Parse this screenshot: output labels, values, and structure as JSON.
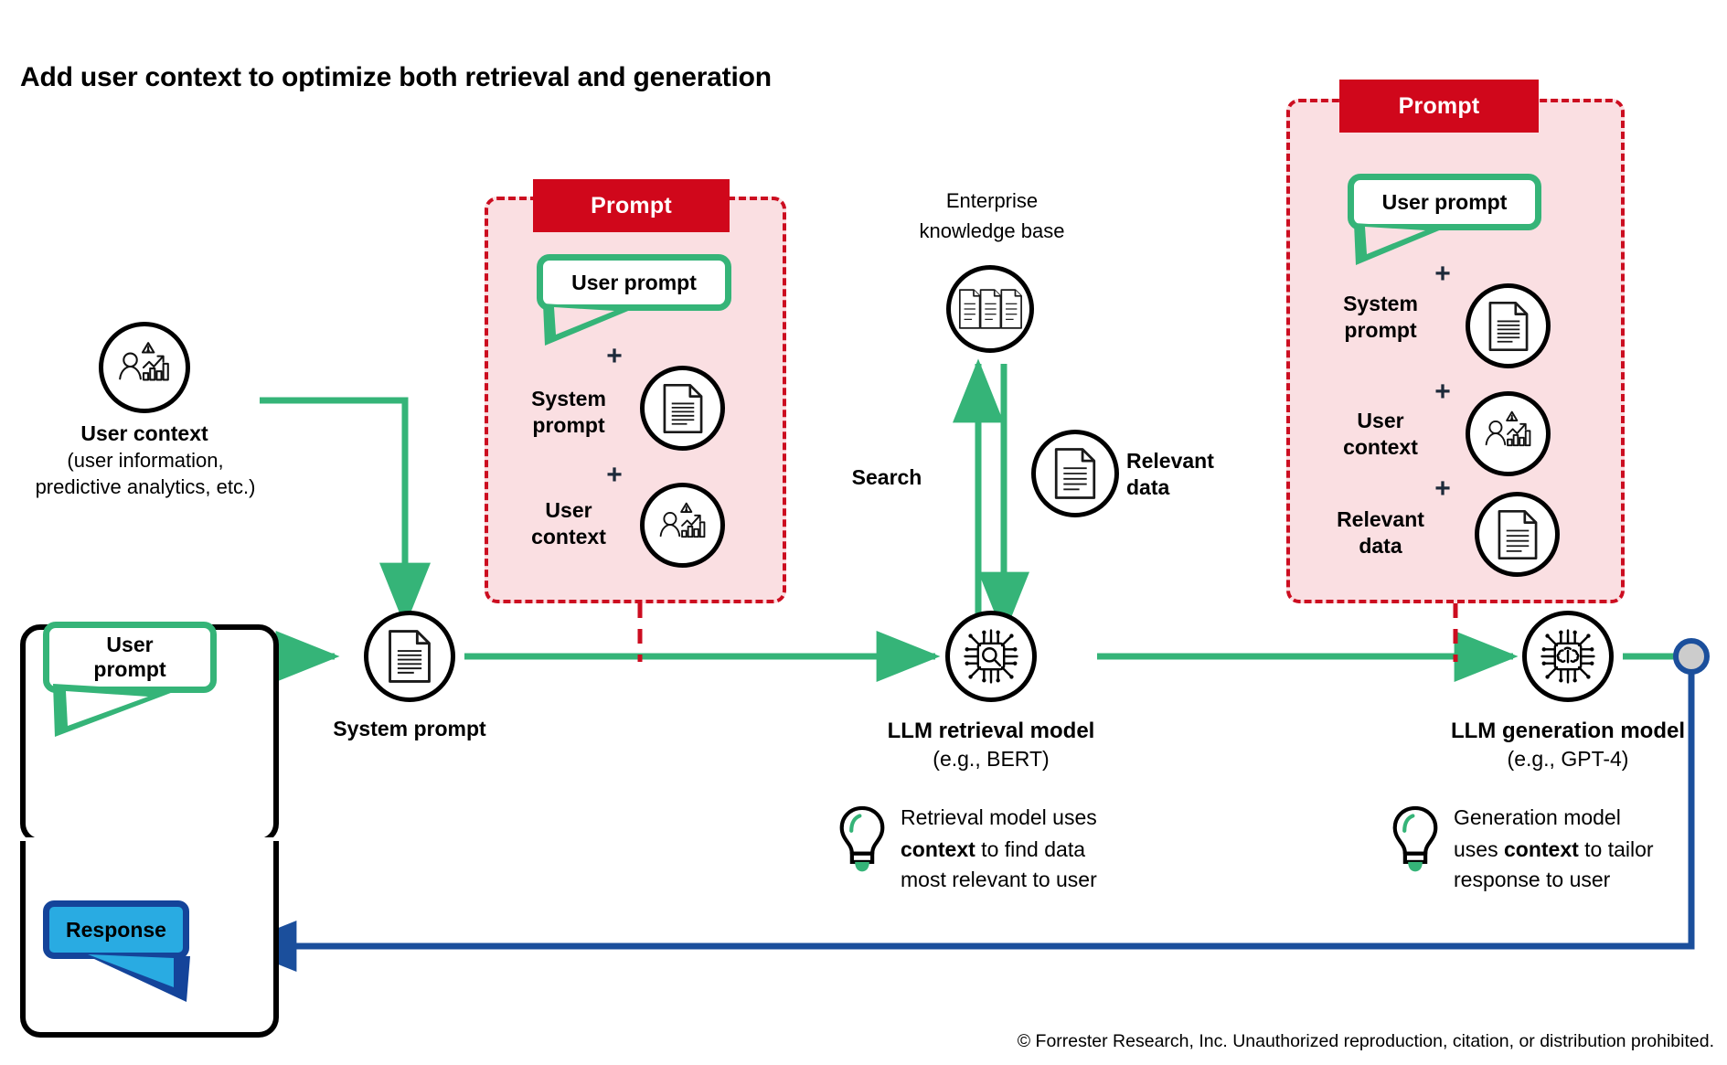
{
  "title": "Add user context to optimize both retrieval and generation",
  "footer": "© Forrester Research, Inc. Unauthorized reproduction, citation, or distribution prohibited.",
  "colors": {
    "green": "#35b478",
    "red": "#d0071b",
    "red_dash": "#cc0d20",
    "pink_panel": "#fadfe2",
    "blue_fill": "#29abe2",
    "blue_border": "#14449a",
    "black": "#000000"
  },
  "user_context": {
    "icon": "user-analytics-icon",
    "title": "User context",
    "subtitle_line1": "(user information,",
    "subtitle_line2": "predictive analytics, etc.)"
  },
  "device": {
    "user_prompt_line1": "User",
    "user_prompt_line2": "prompt",
    "response_label": "Response"
  },
  "system_prompt_node": {
    "icon": "document-icon",
    "label": "System prompt"
  },
  "prompt_box_left": {
    "header": "Prompt",
    "bubble_label": "User prompt",
    "plus1": "+",
    "item1_line1": "System",
    "item1_line2": "prompt",
    "item1_icon": "document-icon",
    "plus2": "+",
    "item2_line1": "User",
    "item2_line2": "context",
    "item2_icon": "user-analytics-icon"
  },
  "knowledge_base": {
    "line1": "Enterprise",
    "line2": "knowledge base",
    "icon": "documents-stack-icon"
  },
  "search_label": "Search",
  "relevant_data": {
    "icon": "document-icon",
    "line1": "Relevant",
    "line2": "data"
  },
  "retrieval_model": {
    "icon": "chip-search-icon",
    "label": "LLM retrieval model",
    "sublabel": "(e.g., BERT)",
    "note_icon": "lightbulb-icon",
    "note_line1_a": "Retrieval model uses",
    "note_line2_b": "context",
    "note_line2_a": " to find data",
    "note_line3": "most relevant to user"
  },
  "prompt_box_right": {
    "header": "Prompt",
    "bubble_label": "User prompt",
    "plus1": "+",
    "item1_line1": "System",
    "item1_line2": "prompt",
    "item1_icon": "document-icon",
    "plus2": "+",
    "item2_line1": "User",
    "item2_line2": "context",
    "item2_icon": "user-analytics-icon",
    "plus3": "+",
    "item3_line1": "Relevant",
    "item3_line2": "data",
    "item3_icon": "document-icon"
  },
  "generation_model": {
    "icon": "chip-brain-icon",
    "label": "LLM generation model",
    "sublabel": "(e.g., GPT-4)",
    "note_icon": "lightbulb-icon",
    "note_line1": "Generation model",
    "note_line2_a": "uses ",
    "note_line2_b": "context",
    "note_line2_c": " to tailor",
    "note_line3": "response to user"
  }
}
